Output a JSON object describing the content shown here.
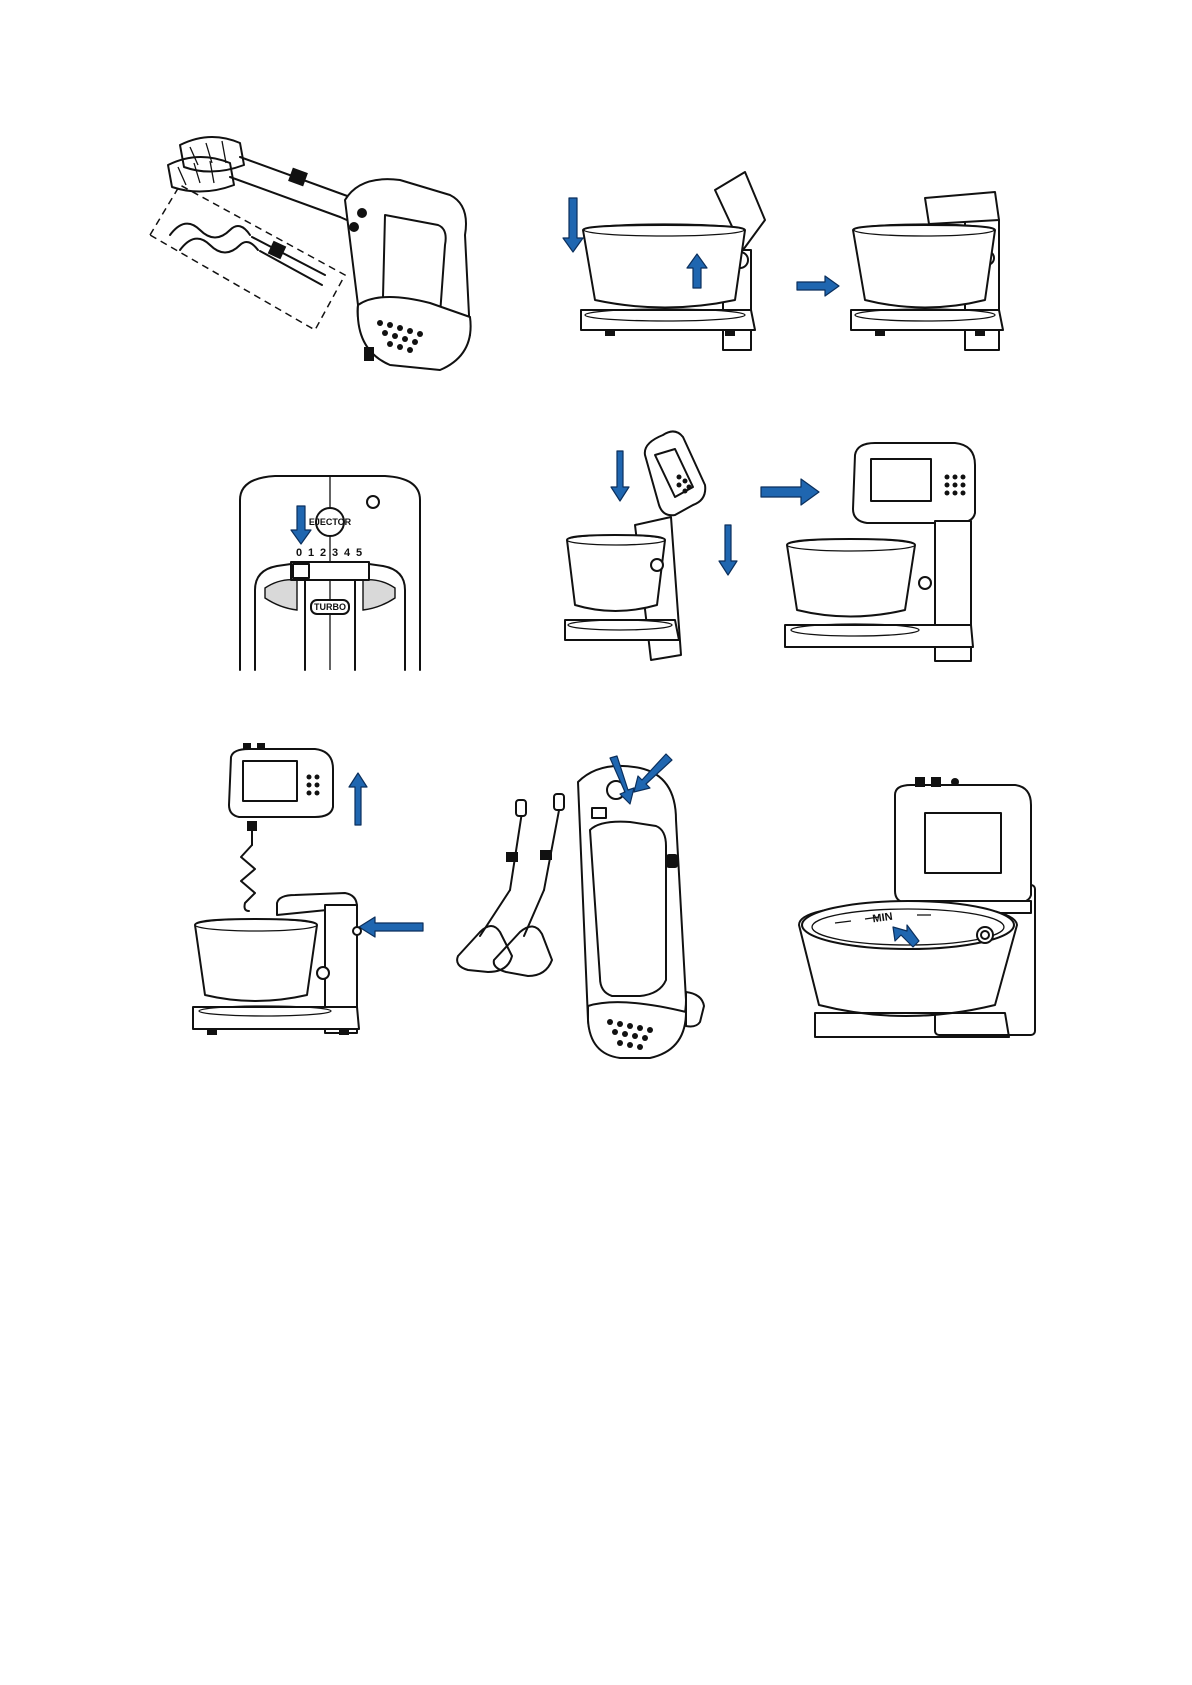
{
  "colors": {
    "arrow": "#1f66b0",
    "arrow_outline": "#0b2f5c",
    "line": "#111111",
    "background": "#ffffff"
  },
  "figures": {
    "control_panel": {
      "ejector_label": "EJECTOR",
      "speed_scale": [
        "0",
        "1",
        "2",
        "3",
        "4",
        "5"
      ],
      "turbo_label": "TURBO"
    },
    "bowl_min_mark": {
      "min_label": "MIN"
    }
  }
}
